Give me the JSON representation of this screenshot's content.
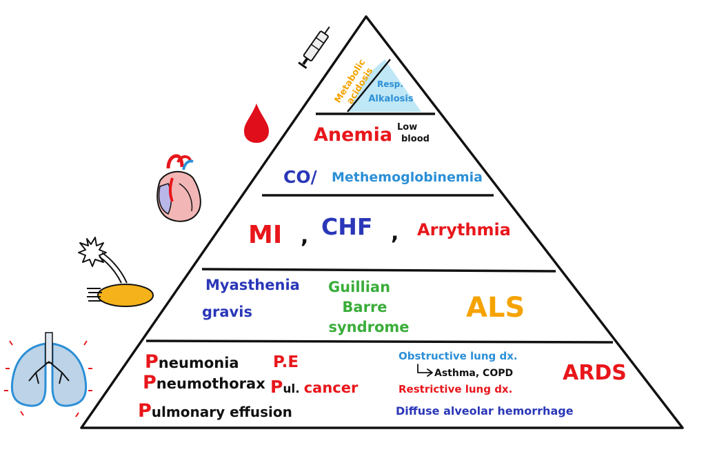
{
  "colors": {
    "outline": "#111111",
    "red": "#e8161b",
    "blue": "#2a37b8",
    "light_blue": "#2b8fd6",
    "green": "#3aad3a",
    "orange": "#f5a300",
    "black": "#111111",
    "tip_fill": "#bfe7f5"
  },
  "icons": {
    "tier1": "syringe-icon",
    "tier2": "blood-drop-icon",
    "tier3": "heart-icon",
    "tier4": "motor-neuron-icon",
    "tier5": "lungs-icon"
  },
  "tier1": {
    "left": [
      "Metabolic",
      "acidosis"
    ],
    "right": [
      "Resp.",
      "Alkalosis"
    ]
  },
  "tier2": {
    "anemia": "Anemia",
    "low_blood": [
      "Low",
      "blood"
    ],
    "co": "CO/",
    "methemo": "Methemoglobinemia"
  },
  "tier3": {
    "mi": "MI",
    "comma1": ",",
    "chf": "CHF",
    "comma2": ",",
    "arrythmia": "Arrythmia"
  },
  "tier4": {
    "myasthenia": [
      "Myasthenia",
      "gravis"
    ],
    "guillain": [
      "Guillian",
      "Barre",
      "syndrome"
    ],
    "als": "ALS"
  },
  "tier5": {
    "pneumonia_first": "P",
    "pneumonia_rest": "neumonia",
    "pneumothorax_first": "P",
    "pneumothorax_rest": "neumothorax",
    "effusion_first": "P",
    "effusion_rest": "ulmonary effusion",
    "pe": "P.E",
    "pul_first": "P",
    "pul_rest": "ul.",
    "cancer": "cancer",
    "obstructive": "Obstructive lung dx.",
    "asthma": "Asthma, COPD",
    "restrictive": "Restrictive lung dx.",
    "diffuse": "Diffuse alveolar hemorrhage",
    "ards": "ARDS"
  }
}
